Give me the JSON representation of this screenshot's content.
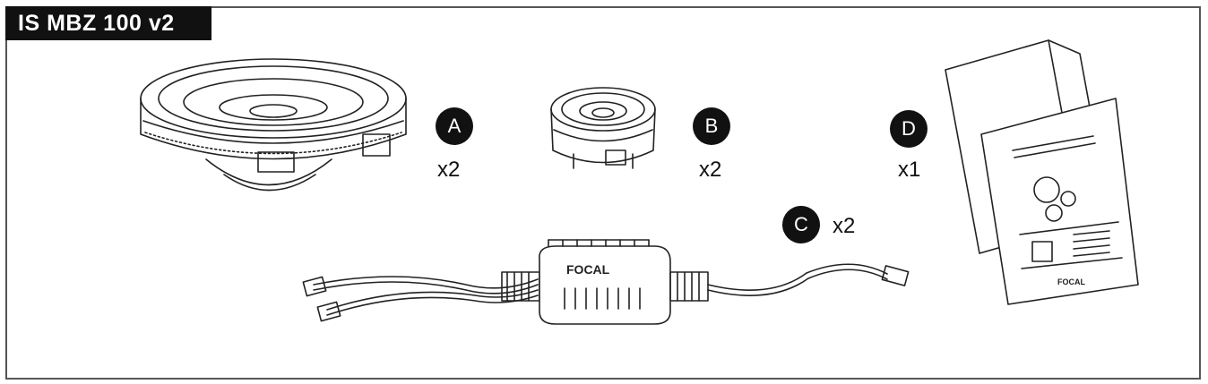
{
  "title": "IS MBZ 100 v2",
  "items": [
    {
      "letter": "A",
      "quantity": "x2"
    },
    {
      "letter": "B",
      "quantity": "x2"
    },
    {
      "letter": "C",
      "quantity": "x2"
    },
    {
      "letter": "D",
      "quantity": "x1"
    }
  ],
  "brand_logo_text": "FOCAL",
  "colors": {
    "ink": "#111111",
    "line": "#555555",
    "background": "#ffffff"
  }
}
